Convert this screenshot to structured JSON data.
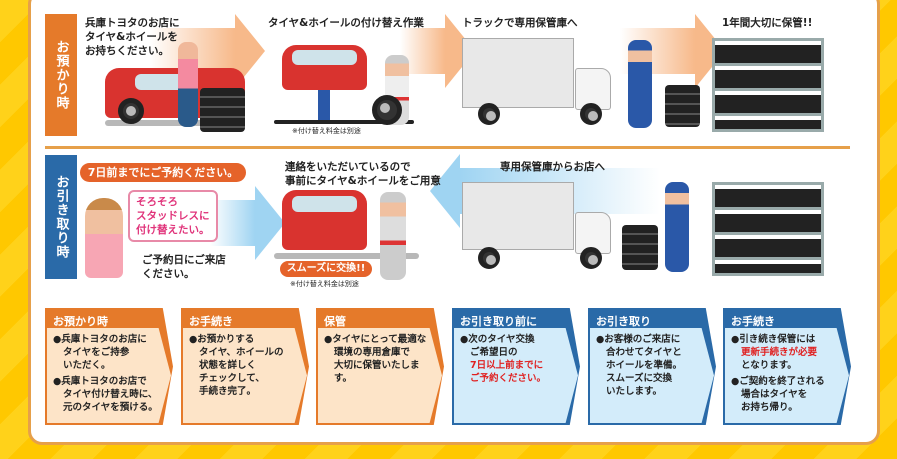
{
  "dropoff": {
    "label": "お預かり時",
    "step1": "兵庫トヨタのお店に\nタイヤ&ホイールを\nお持ちください。",
    "step2": "タイヤ&ホイールの付け替え作業",
    "step2_note": "※付け替え料金は別途",
    "step3": "トラックで専用保管庫へ",
    "step4": "1年間大切に保管!!"
  },
  "pickup": {
    "label": "お引き取り時",
    "reserve_pill": "7日前までにご予約ください。",
    "bubble": "そろそろ\nスタッドレスに\n付け替えたい。",
    "visit": "ご予約日にご来店\nください。",
    "prepare": "連絡をいただいているので\n事前にタイヤ&ホイールをご用意",
    "smooth_pill": "スムーズに交換!!",
    "note": "※付け替え料金は別途",
    "transport": "専用保管庫からお店へ"
  },
  "boxes": [
    {
      "title": "お預かり時",
      "items": [
        "●兵庫トヨタのお店に\nタイヤをご持参\nいただく。",
        "●兵庫トヨタのお店で\nタイヤ付け替え時に、\n元のタイヤを預ける。"
      ]
    },
    {
      "title": "お手続き",
      "items": [
        "●お預かりする\nタイヤ、ホイールの\n状態を詳しく\nチェックして、\n手続き完了。"
      ]
    },
    {
      "title": "保管",
      "items": [
        "●タイヤにとって最適な\n環境の専用倉庫で\n大切に保管いたします。"
      ]
    },
    {
      "title": "お引き取り前に",
      "item_pre": "●次のタイヤ交換\nご希望日の",
      "item_red": "7日以上前までに\nご予約ください。"
    },
    {
      "title": "お引き取り",
      "items": [
        "●お客様のご来店に\n合わせてタイヤと\nホイールを準備。\nスムーズに交換\nいたします。"
      ]
    },
    {
      "title": "お手続き",
      "item_pre": "●引き続き保管には",
      "item_red": "更新手続きが必要",
      "item_post": "となります。",
      "item2": "●ご契約を終了される\n場合はタイヤを\nお持ち帰り。"
    }
  ],
  "colors": {
    "orange": "#e57a2a",
    "blue": "#2a6aa8",
    "yellow": "#ffc800"
  }
}
